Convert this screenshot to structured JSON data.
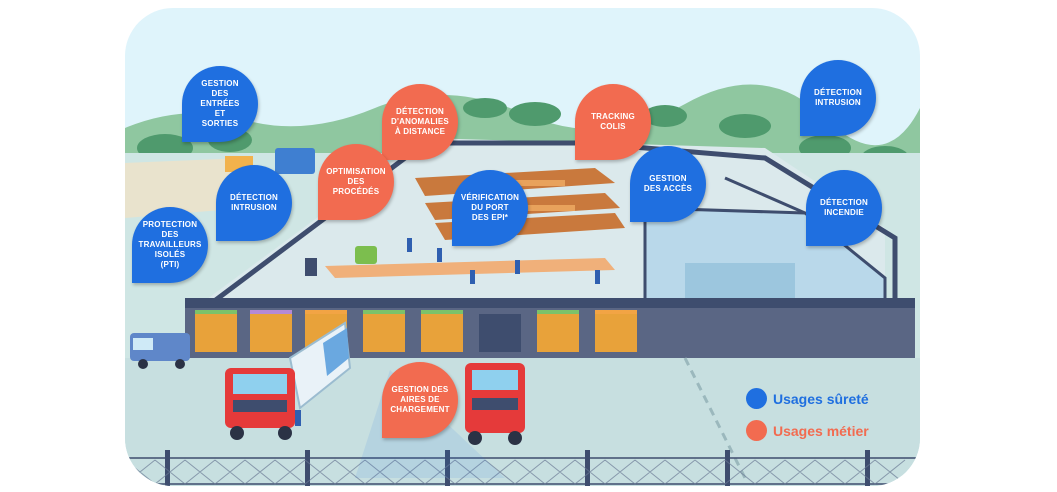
{
  "pins": [
    {
      "id": "gestion-entrees-sorties",
      "label": "GESTION\nDES\nENTRÉES\nET\nSORTIES",
      "category": "surete"
    },
    {
      "id": "detection-anomalies",
      "label": "DÉTECTION\nD'ANOMALIES\nÀ DISTANCE",
      "category": "metier"
    },
    {
      "id": "tracking-colis",
      "label": "TRACKING\nCOLIS",
      "category": "metier"
    },
    {
      "id": "detection-intrusion-right",
      "label": "DÉTECTION\nINTRUSION",
      "category": "surete"
    },
    {
      "id": "optimisation-procedes",
      "label": "OPTIMISATION\nDES\nPROCÉDÉS",
      "category": "metier"
    },
    {
      "id": "detection-intrusion-left",
      "label": "DÉTECTION\nINTRUSION",
      "category": "surete"
    },
    {
      "id": "verification-port-epi",
      "label": "VÉRIFICATION\nDU PORT\nDES EPI*",
      "category": "surete"
    },
    {
      "id": "gestion-acces",
      "label": "GESTION\nDES ACCÈS",
      "category": "surete"
    },
    {
      "id": "detection-incendie",
      "label": "DÉTECTION\nINCENDIE",
      "category": "surete"
    },
    {
      "id": "protection-travailleurs-isoles",
      "label": "PROTECTION\nDES\nTRAVAILLEURS\nISOLÉS\n(PTI)",
      "category": "surete"
    },
    {
      "id": "gestion-aires-chargement",
      "label": "GESTION DES\nAIRES DE\nCHARGEMENT",
      "category": "metier"
    }
  ],
  "legend": [
    {
      "label": "Usages sûreté",
      "color": "#1f6fe0"
    },
    {
      "label": "Usages métier",
      "color": "#f26b50"
    }
  ],
  "colors": {
    "surete": "#1f6fe0",
    "metier": "#f26b50"
  }
}
